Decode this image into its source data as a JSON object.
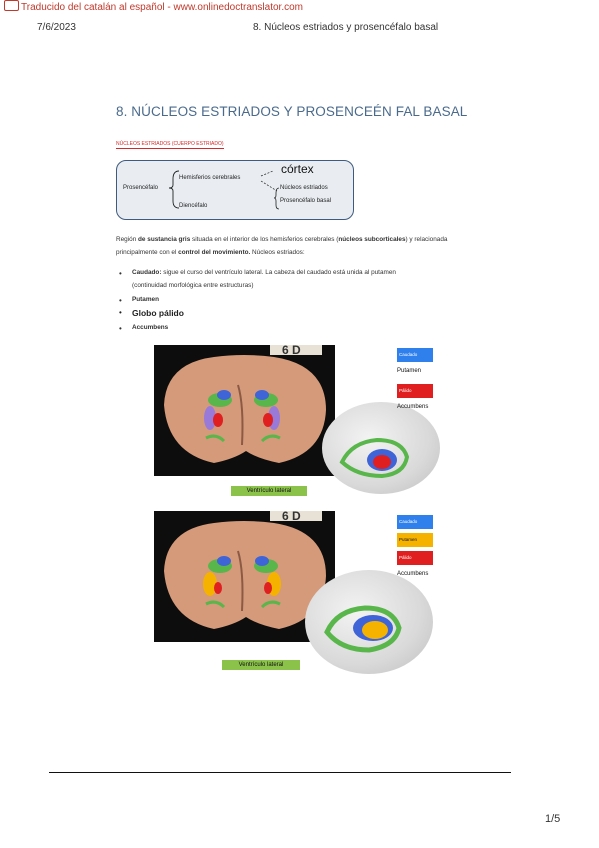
{
  "banner": {
    "text": "Traducido del catalán al español - www.onlinedoctranslator.com"
  },
  "header": {
    "date": "7/6/2023",
    "doc_title": "8. Núcleos estriados y prosencéfalo basal"
  },
  "page": {
    "title": "8. NÚCLEOS ESTRIADOS Y PROSENCEÉN FAL BASAL",
    "subtitle": "NÚCLEOS ESTRIADOS (CUERPO ESTRIADO)"
  },
  "schema": {
    "prosencefalo": "Prosencéfalo",
    "hemisferios": "Hemisferios cerebrales",
    "diencefalo": "Diencéfalo",
    "cortex": "córtex",
    "nucleos_estriados": "Núcleos estriados",
    "prosencefalo_basal": "Prosencéfalo basal"
  },
  "intro": {
    "p1": "Región ",
    "p2": "de sustancia gris",
    "p3": " situada en el interior de los hemisferios cerebrales (",
    "p4": "núcleos subcorticales",
    "p5": ") y relacionada principalmente con el ",
    "p6": "control del movimiento.",
    "p7": " Núcleos estriados:"
  },
  "bullets": {
    "caudado_label": "Caudado:",
    "caudado_text": " sigue el curso del ventrículo lateral. La cabeza del caudado está unida al putamen",
    "caudado_text2": "(continuidad morfológica entre estructuras)",
    "putamen": "Putamen",
    "globo": "Globo pálido",
    "accumbens": "Accumbens"
  },
  "figure1": {
    "photo_label": "6 D",
    "legend": [
      {
        "label": "Caudado",
        "color": "#2f80ed"
      },
      {
        "label": "Putamen",
        "color": "#ffffff"
      },
      {
        "label": "Pálido",
        "color": "#e02020"
      },
      {
        "label": "Accumbens",
        "color": "#ffffff"
      }
    ],
    "caption": "Ventrículo lateral"
  },
  "figure2": {
    "photo_label": "6 D",
    "legend": [
      {
        "label": "Caudado",
        "color": "#2f80ed"
      },
      {
        "label": "Putamen",
        "color": "#f5b300"
      },
      {
        "label": "Pálido",
        "color": "#e02020"
      },
      {
        "label": "Accumbens",
        "color": "#ffffff"
      }
    ],
    "caption": "Ventrículo lateral"
  },
  "footer": {
    "page_number": "1/5"
  }
}
